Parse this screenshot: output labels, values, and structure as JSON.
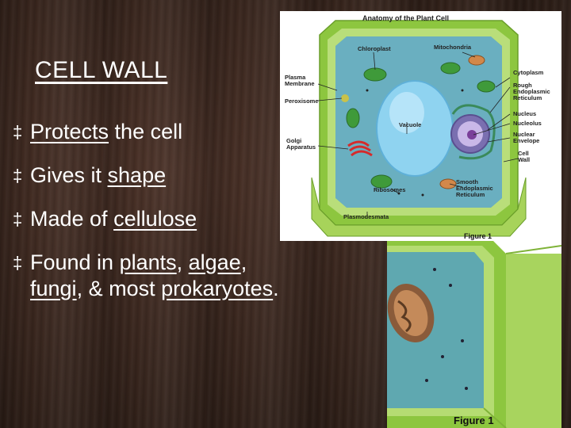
{
  "slide": {
    "title": "CELL WALL",
    "bullets": [
      {
        "pre": "",
        "u1": "Protects",
        "mid": " the cell",
        "u2": "",
        "post": ""
      },
      {
        "pre": "Gives it ",
        "u1": "shape",
        "mid": "",
        "u2": "",
        "post": ""
      },
      {
        "pre": "Made of ",
        "u1": "cellulose",
        "mid": "",
        "u2": "",
        "post": ""
      }
    ],
    "bullet4": {
      "pre": "Found in ",
      "u1": "plants",
      "s1": ", ",
      "u2": "algae",
      "s2": ",",
      "u3": "fungi",
      "s3": ", & most ",
      "u4": "prokaryotes",
      "s4": "."
    },
    "bullet_glyph": "‡"
  },
  "figure": {
    "title": "Anatomy of the Plant Cell",
    "caption": "Figure 1",
    "labels": {
      "chloroplast": "Chloroplast",
      "mitochondria": "Mitochondria",
      "plasma_membrane": "Plasma Membrane",
      "cytoplasm": "Cytoplasm",
      "rough_er": "Rough Endoplasmic Reticulum",
      "peroxisome": "Peroxisome",
      "nucleus": "Nucleus",
      "nucleolus": "Nucleolus",
      "nuclear_envelope": "Nuclear Envelope",
      "vacuole": "Vacuole",
      "golgi": "Golgi Apparatus",
      "cell_wall": "Cell Wall",
      "ribosomes": "Ribosomes",
      "smooth_er": "Smooth Endoplasmic Reticulum",
      "plasmodesmata": "Plasmodesmata"
    }
  },
  "bg_figure": {
    "caption": "Figure 1"
  },
  "colors": {
    "wall_green": "#8dc63f",
    "cytoplasm": "#5aa9b8",
    "vacuole": "#8fd3f0",
    "text": "#ffffff"
  }
}
